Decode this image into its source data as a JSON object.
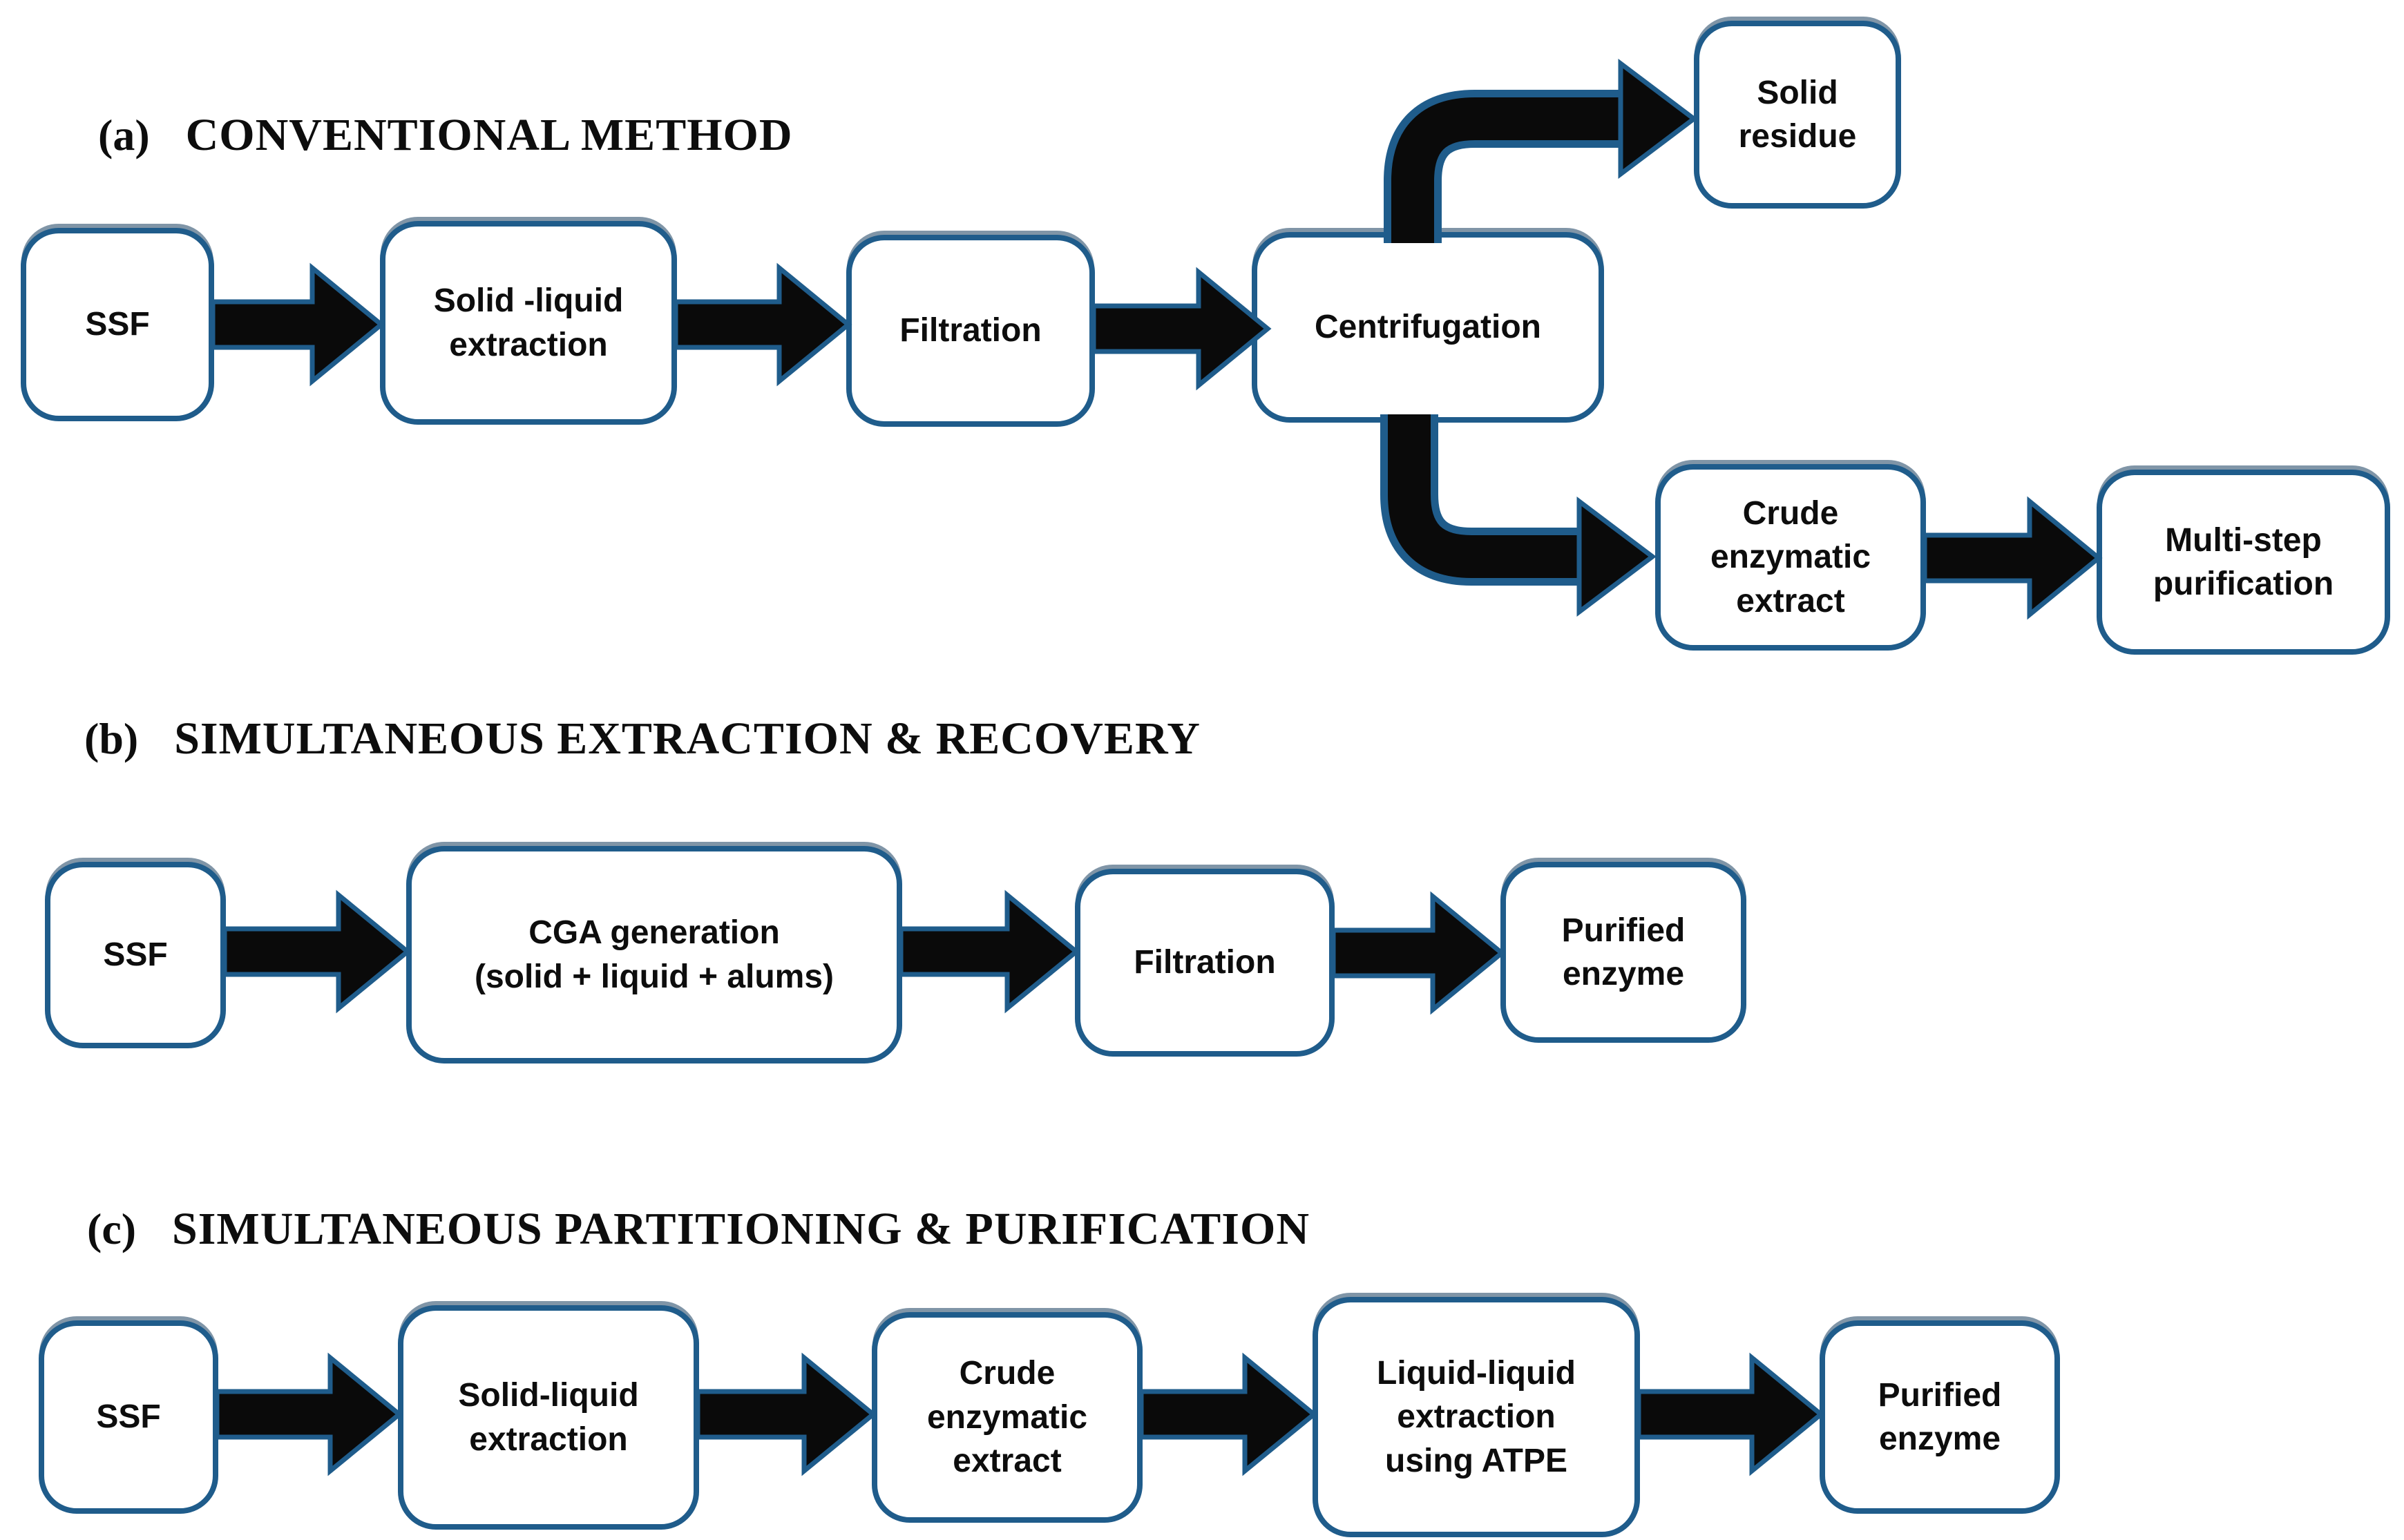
{
  "figure": {
    "background": "#ffffff",
    "box_fill": "#ffffff",
    "box_border_color": "#1f5c8b",
    "arrow_fill": "#0a0a0a",
    "arrow_outline_color": "#1f5c8b",
    "text_color": "#0d0d0d"
  },
  "sections": [
    {
      "label": "(a)",
      "title": "CONVENTIONAL METHOD",
      "boxes": [
        {
          "text": "SSF"
        },
        {
          "text": "Solid -liquid\nextraction"
        },
        {
          "text": "Filtration"
        },
        {
          "text": "Centrifugation"
        },
        {
          "text": "Solid\nresidue"
        },
        {
          "text": "Crude\nenzymatic\nextract"
        },
        {
          "text": "Multi-step\npurification"
        }
      ]
    },
    {
      "label": "(b)",
      "title": "SIMULTANEOUS EXTRACTION & RECOVERY",
      "boxes": [
        {
          "text": "SSF"
        },
        {
          "text": "CGA generation\n(solid + liquid + alums)"
        },
        {
          "text": "Filtration"
        },
        {
          "text": "Purified\nenzyme"
        }
      ]
    },
    {
      "label": "(c)",
      "title": "SIMULTANEOUS PARTITIONING & PURIFICATION",
      "boxes": [
        {
          "text": "SSF"
        },
        {
          "text": "Solid-liquid\nextraction"
        },
        {
          "text": "Crude\nenzymatic\nextract"
        },
        {
          "text": "Liquid-liquid\nextraction\nusing ATPE"
        },
        {
          "text": "Purified\nenzyme"
        }
      ]
    }
  ]
}
